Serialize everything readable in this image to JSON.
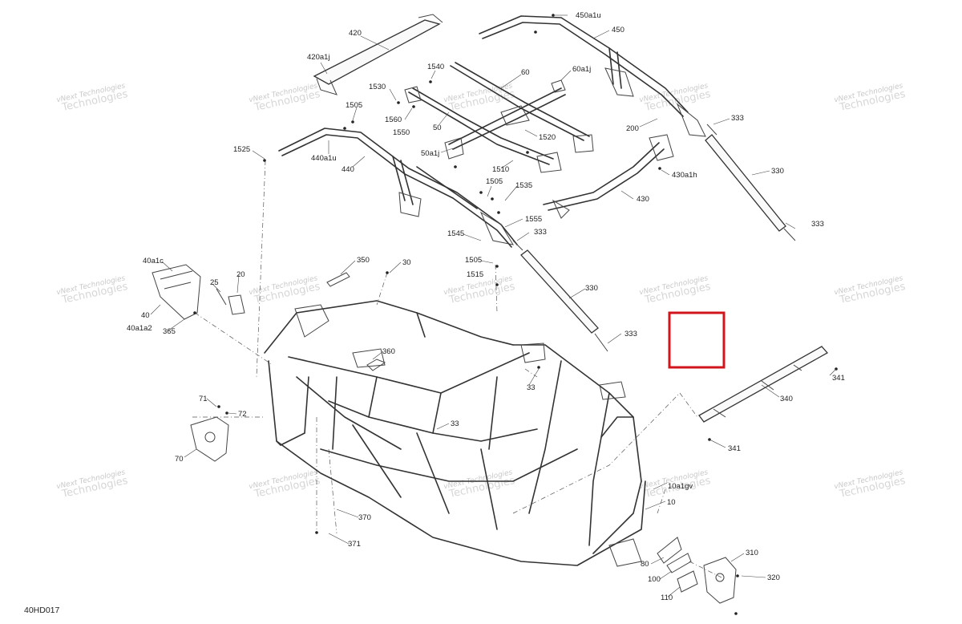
{
  "diagram_code": "40HD017",
  "highlight_color": "#d0151c",
  "watermark": {
    "line1": "vNext Technologies",
    "line2": "Technologies"
  },
  "parts": [
    "420",
    "420a1j",
    "450a1u",
    "450",
    "1540",
    "60",
    "60a1j",
    "1530",
    "1505",
    "1560",
    "50",
    "1550",
    "333",
    "200",
    "1525",
    "440a1u",
    "1520",
    "50a1j",
    "440",
    "1510",
    "430a1h",
    "330",
    "1505",
    "1535",
    "430",
    "1555",
    "333",
    "1545",
    "333",
    "40a1c",
    "350",
    "30",
    "1505",
    "1515",
    "25",
    "20",
    "40",
    "40a1a2",
    "365",
    "330",
    "333",
    "360",
    "341",
    "33",
    "340",
    "71",
    "72",
    "33",
    "70",
    "341",
    "10a1gv",
    "10",
    "370",
    "371",
    "310",
    "80",
    "100",
    "320",
    "110"
  ]
}
